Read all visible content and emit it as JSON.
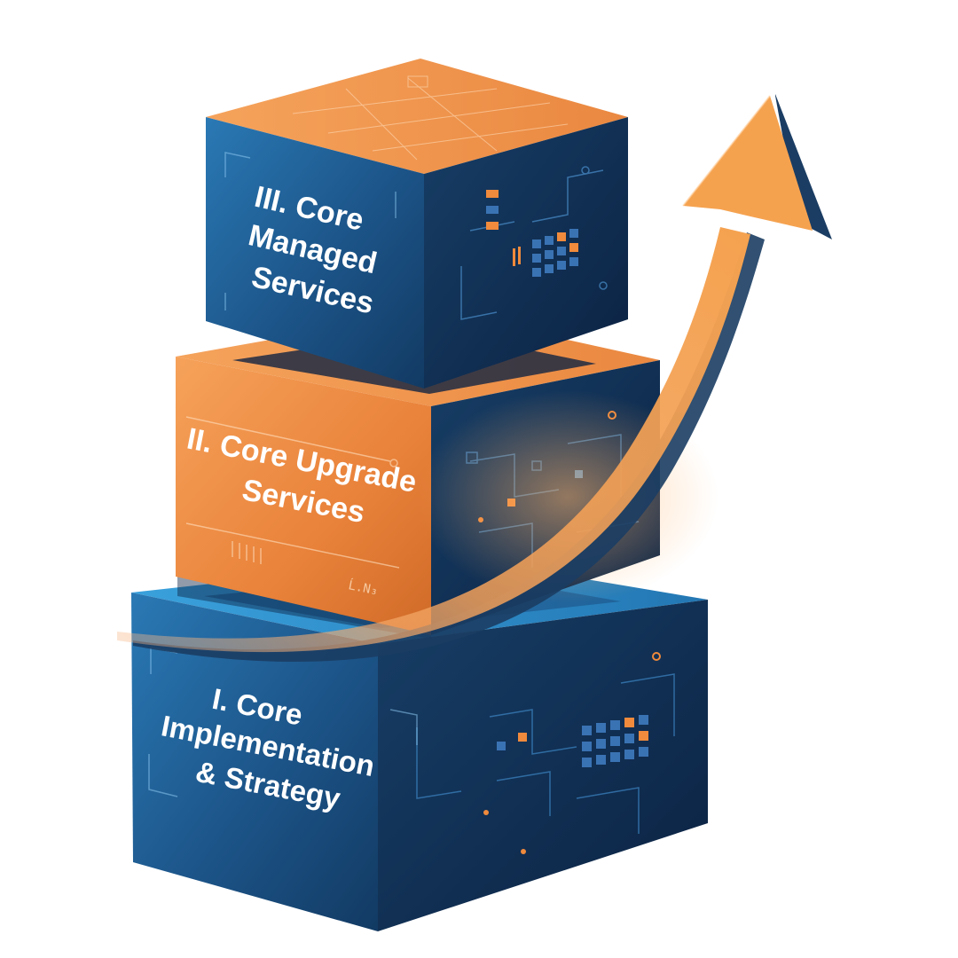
{
  "diagram": {
    "blocks": [
      {
        "id": "tier-1",
        "line1": "I. Core",
        "line2": "Implementation",
        "line3": "& Strategy",
        "color": "#1f5f94"
      },
      {
        "id": "tier-2",
        "line1": "II. Core Upgrade",
        "line2": "Services",
        "color": "#ee8a3b"
      },
      {
        "id": "tier-3",
        "line1": "III. Core",
        "line2": "Managed",
        "line3": "Services",
        "color": "#1f5f94"
      }
    ],
    "arrow": {
      "color": "#f29a4a",
      "shadow_color": "#1b3d63"
    },
    "decor_mark": "Ĺ.N₃"
  }
}
